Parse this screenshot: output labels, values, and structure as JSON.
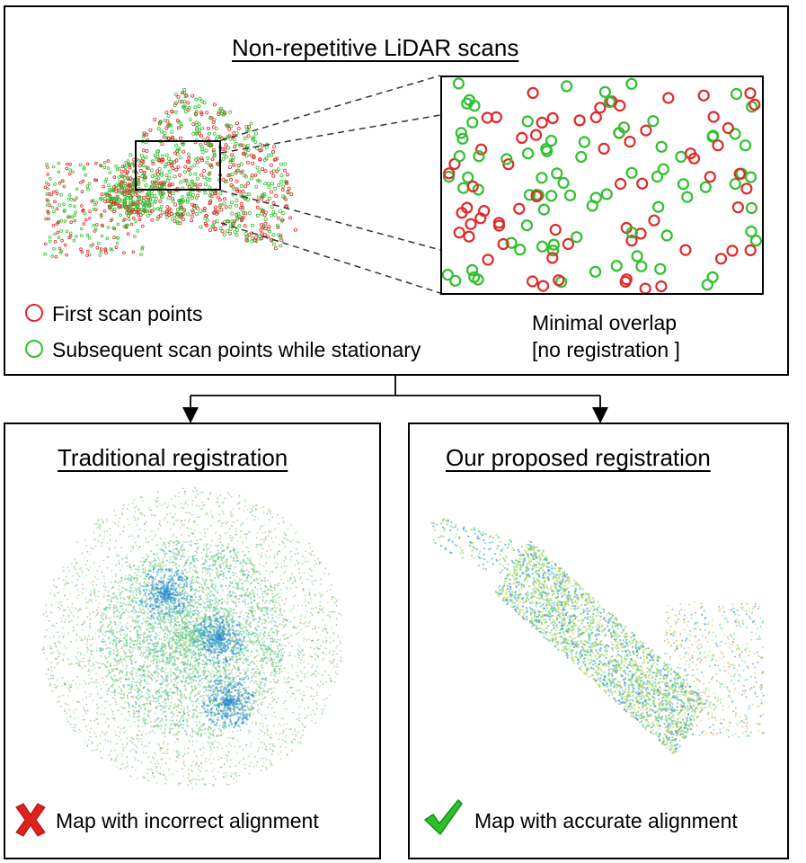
{
  "top": {
    "title": "Non-repetitive LiDAR scans",
    "legend": {
      "first": "First scan points",
      "subsequent": "Subsequent scan points while stationary"
    },
    "overlap_note": {
      "line1": "Minimal overlap",
      "line2": "[no registration ]"
    }
  },
  "left": {
    "title": "Traditional registration",
    "caption": "Map with incorrect alignment",
    "icon": "cross-icon"
  },
  "right": {
    "title": "Our proposed registration",
    "caption": "Map with accurate alignment",
    "icon": "check-icon"
  },
  "colors": {
    "first_scan": "#e02a2a",
    "subsequent_scan": "#2fc02f"
  }
}
